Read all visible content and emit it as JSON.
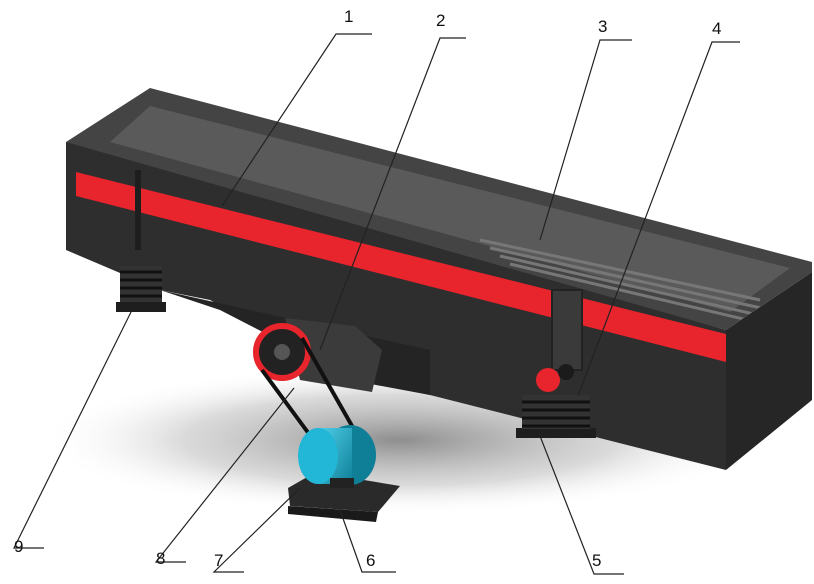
{
  "callouts": [
    {
      "id": "1",
      "label": "1"
    },
    {
      "id": "2",
      "label": "2"
    },
    {
      "id": "3",
      "label": "3"
    },
    {
      "id": "4",
      "label": "4"
    },
    {
      "id": "5",
      "label": "5"
    },
    {
      "id": "6",
      "label": "6"
    },
    {
      "id": "7",
      "label": "7"
    },
    {
      "id": "8",
      "label": "8"
    },
    {
      "id": "9",
      "label": "9"
    }
  ],
  "colors": {
    "body_dark": "#2b2b2b",
    "body_side": "#3a3a3a",
    "body_top": "#4a4a4a",
    "stripe": "#e8242c",
    "motor": "#1aa6c4",
    "belt": "#111111",
    "shadow": "#9a9a9a"
  }
}
